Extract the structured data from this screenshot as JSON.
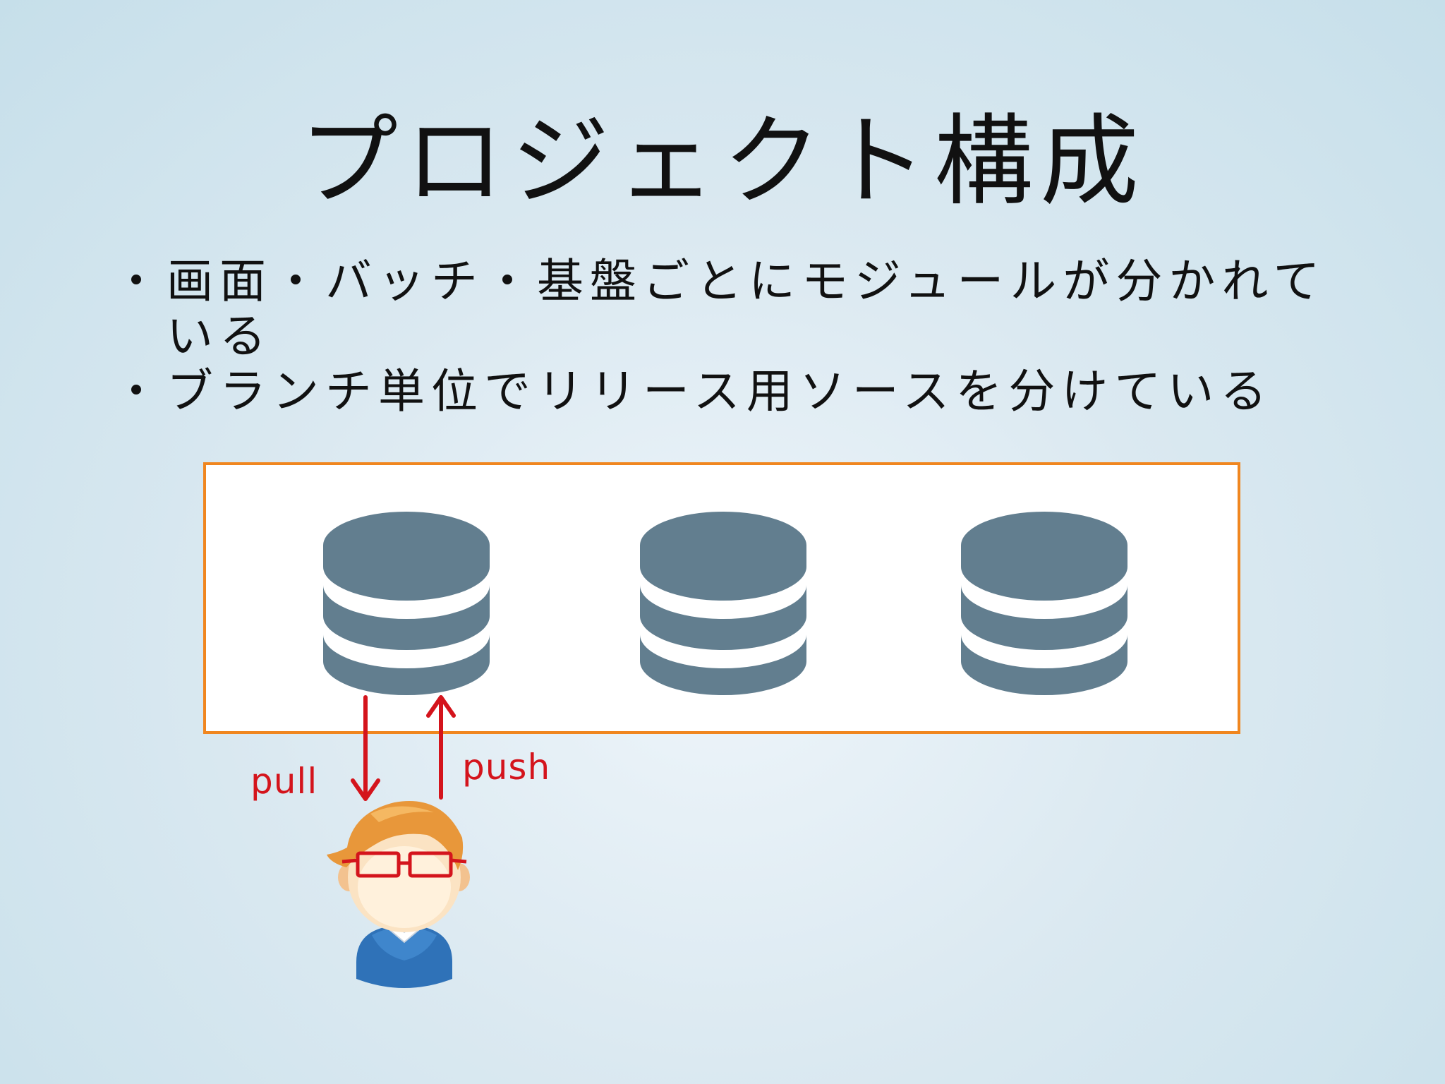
{
  "slide": {
    "title": "プロジェクト構成",
    "bullet_mark": "・",
    "bullets": [
      "画面・バッチ・基盤ごとにモジュールが分かれている",
      "ブランチ単位でリリース用ソースを分けている"
    ]
  },
  "diagram": {
    "databases": [
      {
        "icon": "database-icon"
      },
      {
        "icon": "database-icon"
      },
      {
        "icon": "database-icon"
      }
    ],
    "pull_label": "pull",
    "push_label": "push",
    "user_icon": "user-with-glasses-icon",
    "colors": {
      "frame_border": "#f0861f",
      "database": "#627e8f",
      "arrow": "#d4141c"
    }
  }
}
